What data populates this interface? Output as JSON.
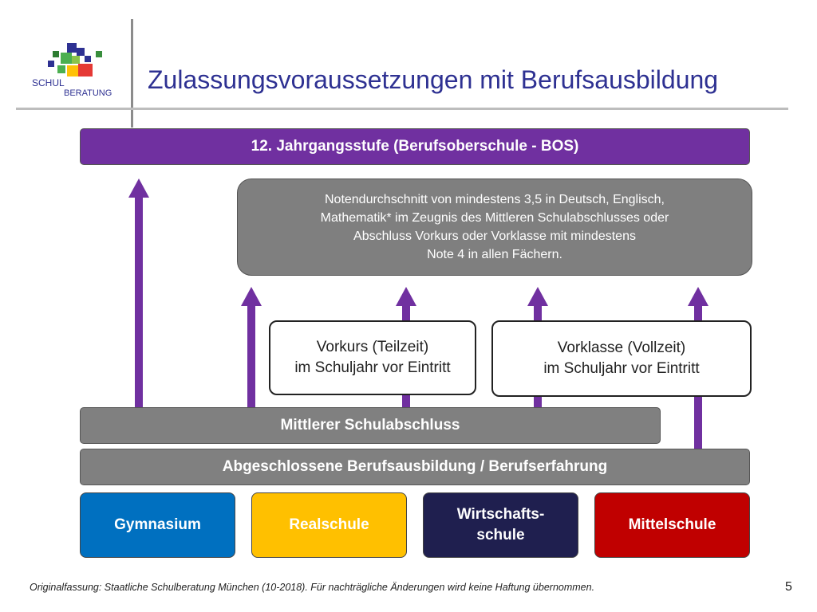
{
  "header": {
    "title": "Zulassungsvoraussetzungen mit Berufsausbildung",
    "logo_text_1": "SCHUL",
    "logo_text_2": "BERATUNG"
  },
  "diagram": {
    "top_bar": "12. Jahrgangsstufe (Berufsoberschule - BOS)",
    "requirement_lines": [
      "Notendurchschnitt von mindestens 3,5 in Deutsch, Englisch,",
      "Mathematik* im Zeugnis des Mittleren Schulabschlusses oder",
      "Abschluss Vorkurs oder Vorklasse mit mindestens",
      "Note 4 in allen Fächern."
    ],
    "vorkurs": {
      "line1": "Vorkurs (Teilzeit)",
      "line2": "im Schuljahr vor Eintritt"
    },
    "vorklasse": {
      "line1": "Vorklasse (Vollzeit)",
      "line2": "im Schuljahr vor Eintritt"
    },
    "msa_bar": "Mittlerer Schulabschluss",
    "ausbildung_bar": "Abgeschlossene Berufsausbildung / Berufserfahrung",
    "schools": {
      "gymnasium": "Gymnasium",
      "realschule": "Realschule",
      "wirtschaftsschule_1": "Wirtschafts-",
      "wirtschaftsschule_2": "schule",
      "mittelschule": "Mittelschule"
    }
  },
  "footer": {
    "note": "Originalfassung: Staatliche Schulberatung München (10-2018). Für nachträgliche Änderungen wird keine Haftung übernommen.",
    "page_number": "5"
  },
  "colors": {
    "title": "#2e3192",
    "purple": "#7030a0",
    "gray": "#808080",
    "gymnasium": "#0070c0",
    "realschule": "#ffc000",
    "wirtschaftsschule": "#1f1f4f",
    "mittelschule": "#c00000"
  }
}
